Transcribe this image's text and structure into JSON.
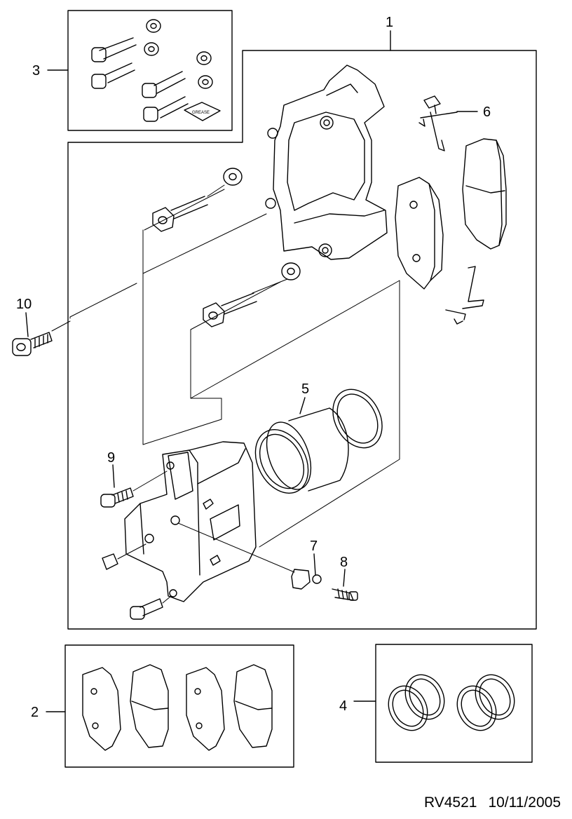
{
  "callouts": {
    "c1": "1",
    "c2": "2",
    "c3": "3",
    "c4": "4",
    "c5": "5",
    "c6": "6",
    "c7": "7",
    "c8": "8",
    "c9": "9",
    "c10": "10"
  },
  "grease_stamp": "GREASE",
  "footer": {
    "code": "RV4521",
    "date": "10/11/2005"
  },
  "colors": {
    "line": "#000000",
    "fill": "#ffffff"
  }
}
